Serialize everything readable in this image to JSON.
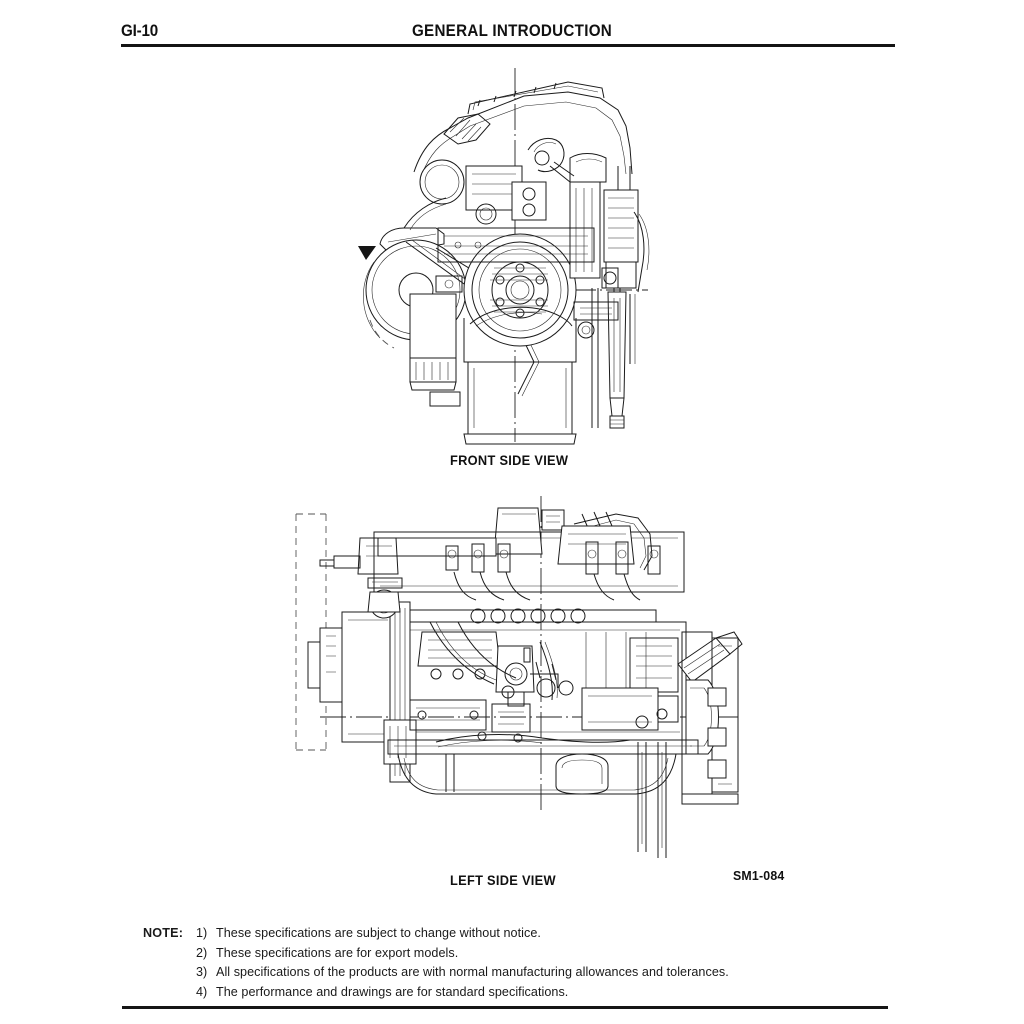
{
  "page": {
    "number": "GI-10",
    "title": "GENERAL INTRODUCTION",
    "background_color": "#ffffff",
    "ink_color": "#1b1b1b"
  },
  "figures": [
    {
      "id": "front-side-view",
      "caption": "FRONT SIDE VIEW",
      "subject": "engine-front-elevation-line-drawing"
    },
    {
      "id": "left-side-view",
      "caption": "LEFT SIDE VIEW",
      "subject": "engine-left-elevation-line-drawing",
      "reference": "SM1-084"
    }
  ],
  "notes": {
    "label": "NOTE:",
    "items": [
      {
        "num": "1)",
        "text": "These specifications are subject to change without notice."
      },
      {
        "num": "2)",
        "text": "These specifications are for export models."
      },
      {
        "num": "3)",
        "text": "All specifications of the products are with normal manufacturing allowances and tolerances."
      },
      {
        "num": "4)",
        "text": "The performance and drawings are for standard specifications."
      }
    ]
  }
}
